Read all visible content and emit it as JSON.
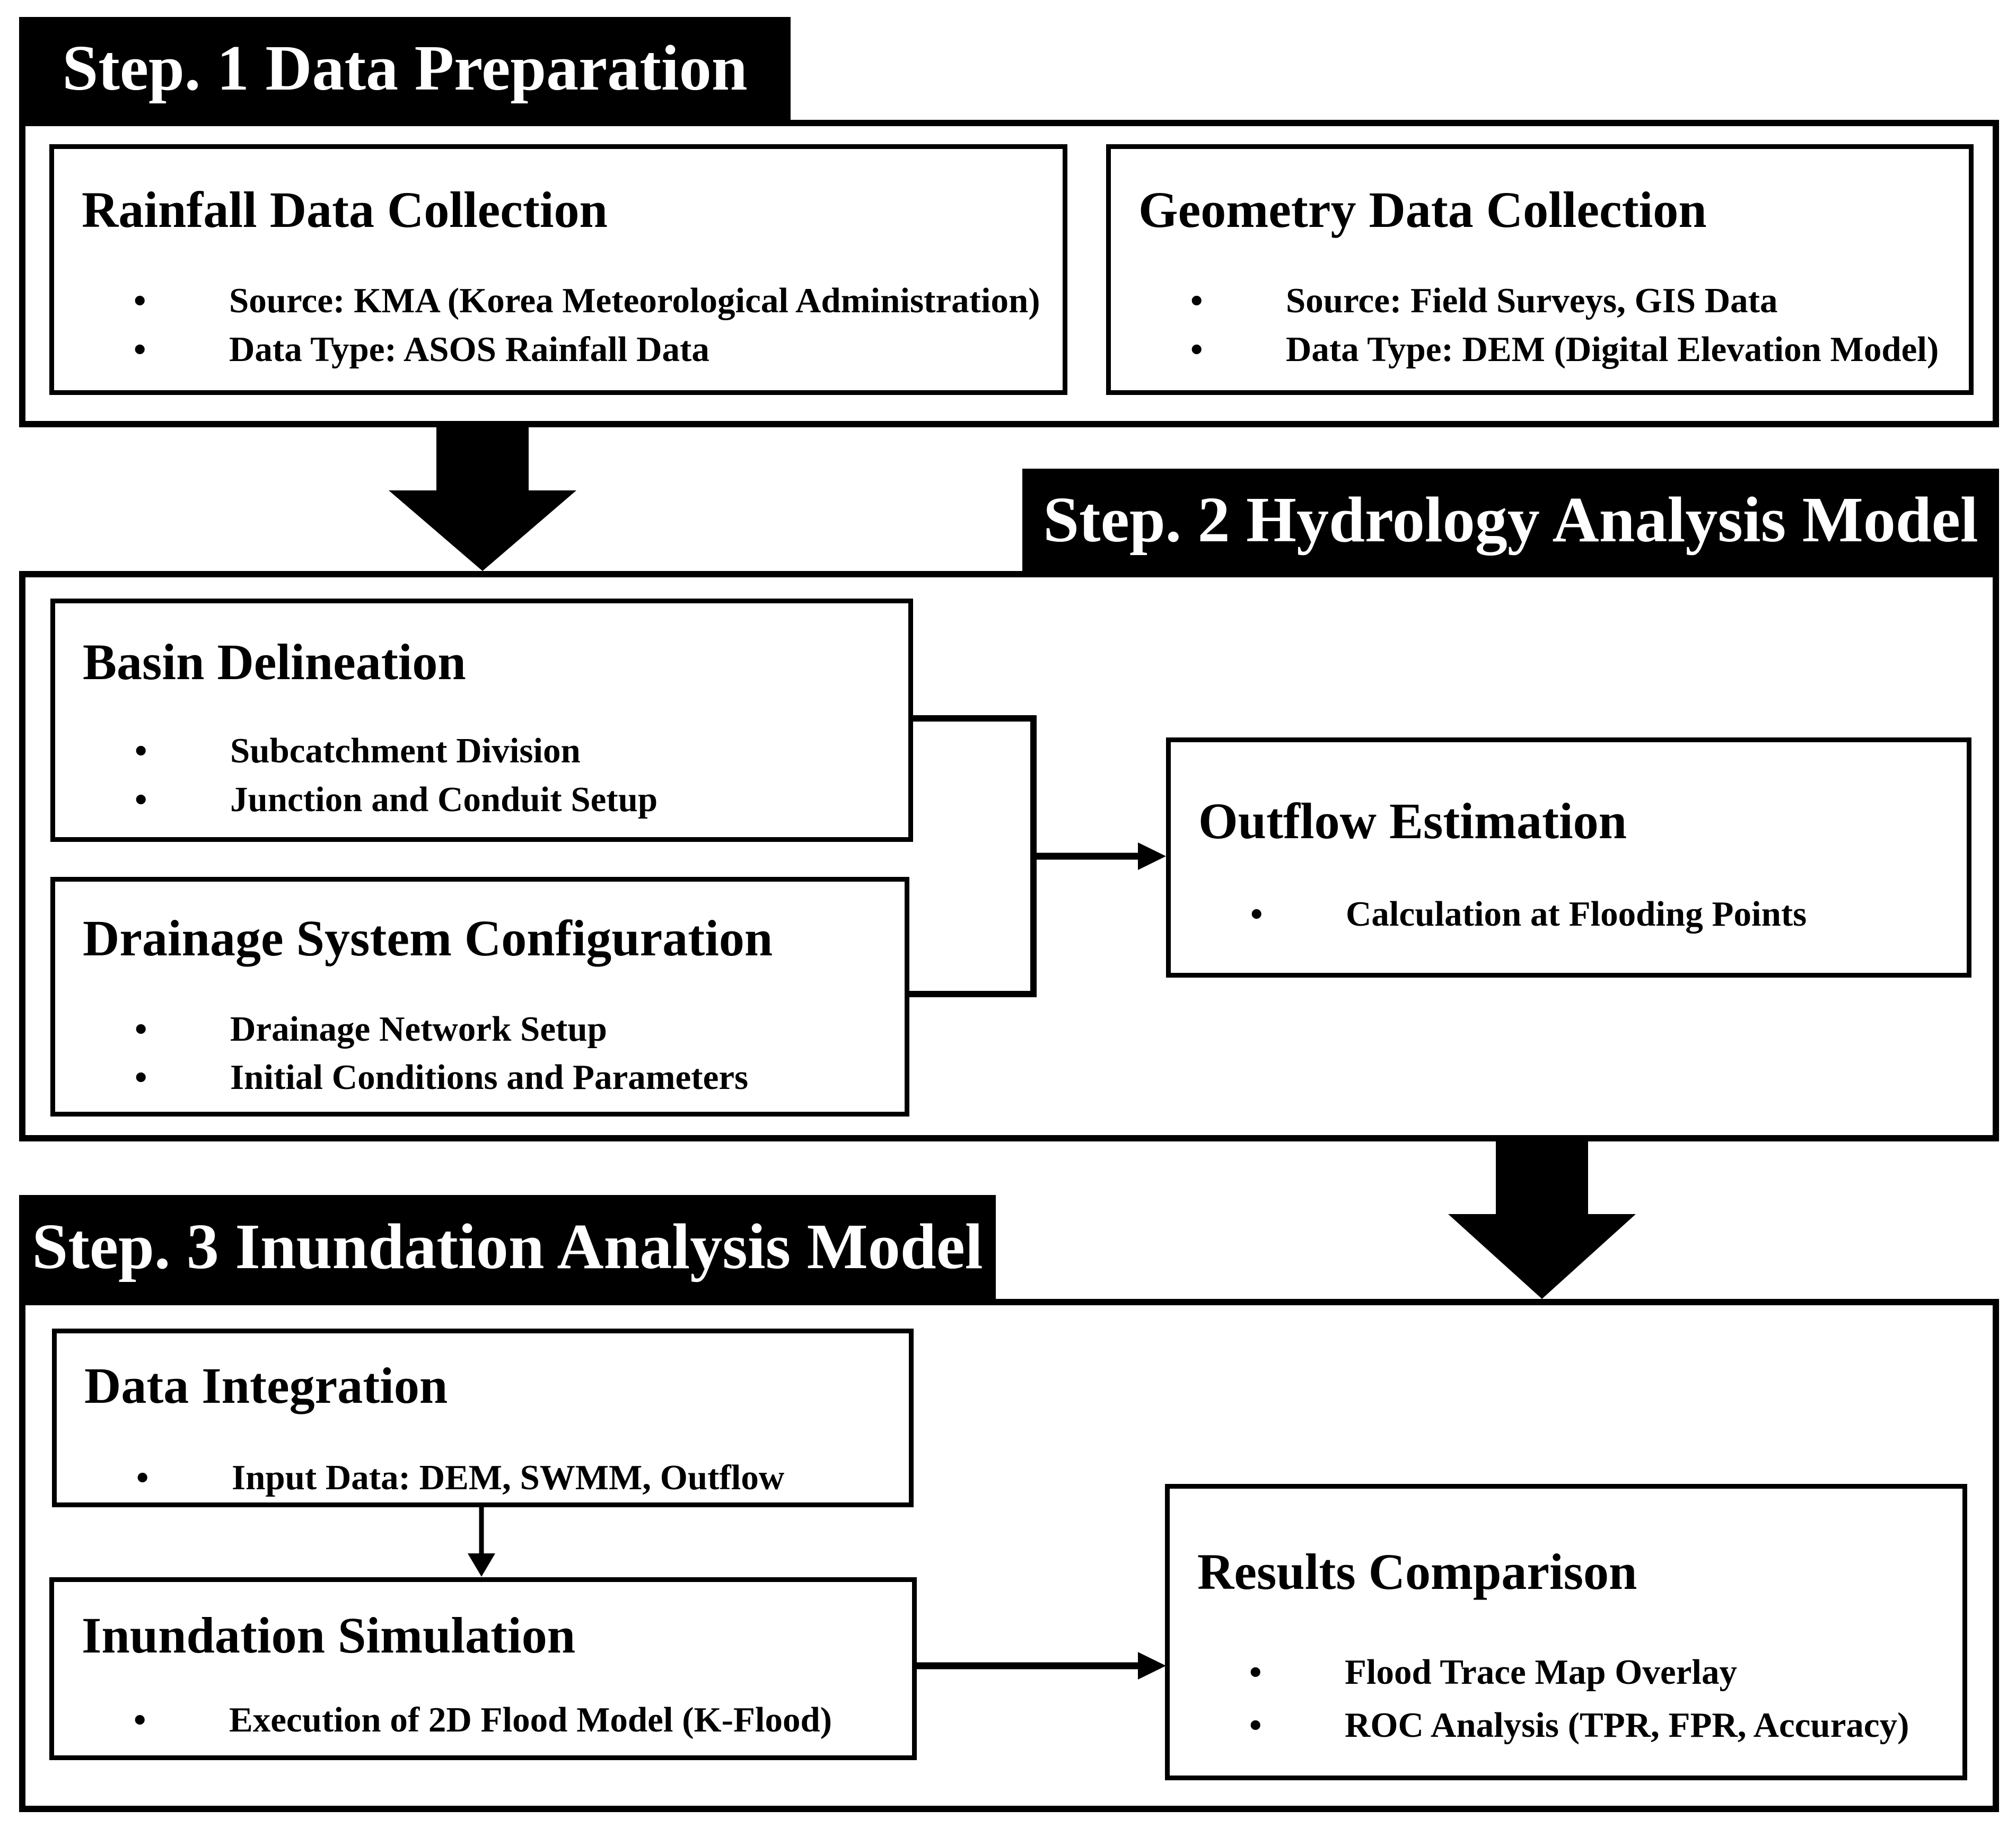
{
  "bullet_char": "•",
  "colors": {
    "ink": "#000000",
    "paper": "#ffffff",
    "header_text": "#ffffff"
  },
  "step1": {
    "header": "Step. 1 Data Preparation",
    "rainfall": {
      "title": "Rainfall Data Collection",
      "bullets": [
        "Source: KMA (Korea Meteorological Administration)",
        "Data Type: ASOS Rainfall Data"
      ]
    },
    "geometry": {
      "title": "Geometry Data Collection",
      "bullets": [
        "Source: Field Surveys, GIS Data",
        "Data Type: DEM (Digital Elevation Model)"
      ]
    }
  },
  "step2": {
    "header": "Step. 2 Hydrology Analysis Model",
    "basin": {
      "title": "Basin Delineation",
      "bullets": [
        "Subcatchment Division",
        "Junction and Conduit Setup"
      ]
    },
    "drainage": {
      "title": "Drainage System Configuration",
      "bullets": [
        "Drainage Network Setup",
        "Initial Conditions and Parameters"
      ]
    },
    "outflow": {
      "title": "Outflow Estimation",
      "bullets": [
        "Calculation at Flooding Points"
      ]
    }
  },
  "step3": {
    "header": "Step. 3 Inundation Analysis Model",
    "integration": {
      "title": "Data Integration",
      "bullets": [
        "Input Data: DEM, SWMM, Outflow"
      ]
    },
    "simulation": {
      "title": "Inundation Simulation",
      "bullets": [
        "Execution of 2D Flood Model (K-Flood)"
      ]
    },
    "results": {
      "title": "Results Comparison",
      "bullets": [
        "Flood Trace Map Overlay",
        "ROC Analysis (TPR, FPR, Accuracy)"
      ]
    }
  }
}
